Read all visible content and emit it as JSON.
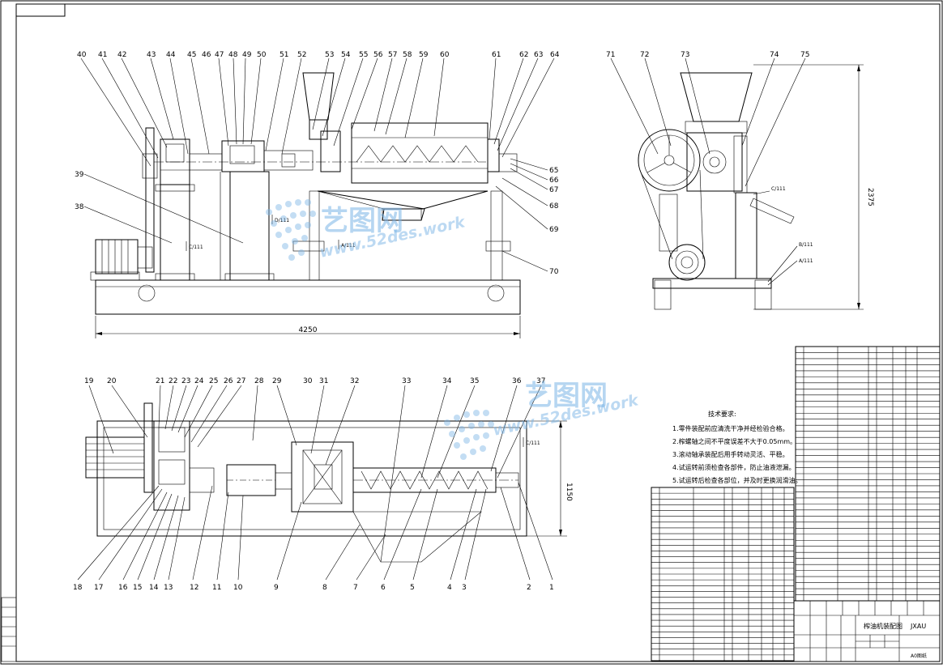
{
  "drawing": {
    "dimensions": {
      "overall_length": "4250",
      "height": "2375",
      "width": "1150"
    },
    "balloons_side_view": [
      "40",
      "41",
      "42",
      "43",
      "44",
      "45",
      "46",
      "47",
      "48",
      "49",
      "50",
      "51",
      "52",
      "53",
      "54",
      "55",
      "56",
      "57",
      "58",
      "59",
      "60",
      "61",
      "62",
      "63",
      "64"
    ],
    "balloons_side_right": [
      "65",
      "66",
      "67",
      "68",
      "69",
      "70",
      "39",
      "38"
    ],
    "balloons_end_view": [
      "71",
      "72",
      "73",
      "74",
      "75"
    ],
    "balloons_plan_top": [
      "19",
      "20",
      "21",
      "22",
      "23",
      "24",
      "25",
      "26",
      "27",
      "28",
      "29",
      "30",
      "31",
      "32",
      "33",
      "34",
      "35",
      "36",
      "37"
    ],
    "balloons_plan_bottom": [
      "18",
      "17",
      "16",
      "15",
      "14",
      "13",
      "12",
      "11",
      "10",
      "9",
      "8",
      "7",
      "6",
      "5",
      "4",
      "3",
      "2",
      "1"
    ],
    "section_marks": [
      "C/111",
      "D/111",
      "A/111",
      "B/111"
    ],
    "tech_requirements": {
      "title": "技术要求:",
      "items": [
        "1.零件装配前应清洗干净并经检验合格。",
        "2.榨螺轴之间不平度误差不大于0.05mm。",
        "3.滚动轴承装配后用手转动灵活、平稳。",
        "4.试运转前须检查各部件，防止油液泄漏。",
        "5.试运转后检查各部位，并及时更换润滑油。"
      ]
    },
    "title_block": {
      "name": "榨油机装配图",
      "code": "JXAU",
      "sheet": "A0图纸"
    },
    "watermark": {
      "text": "艺图网",
      "url": "www.52des.work"
    }
  }
}
